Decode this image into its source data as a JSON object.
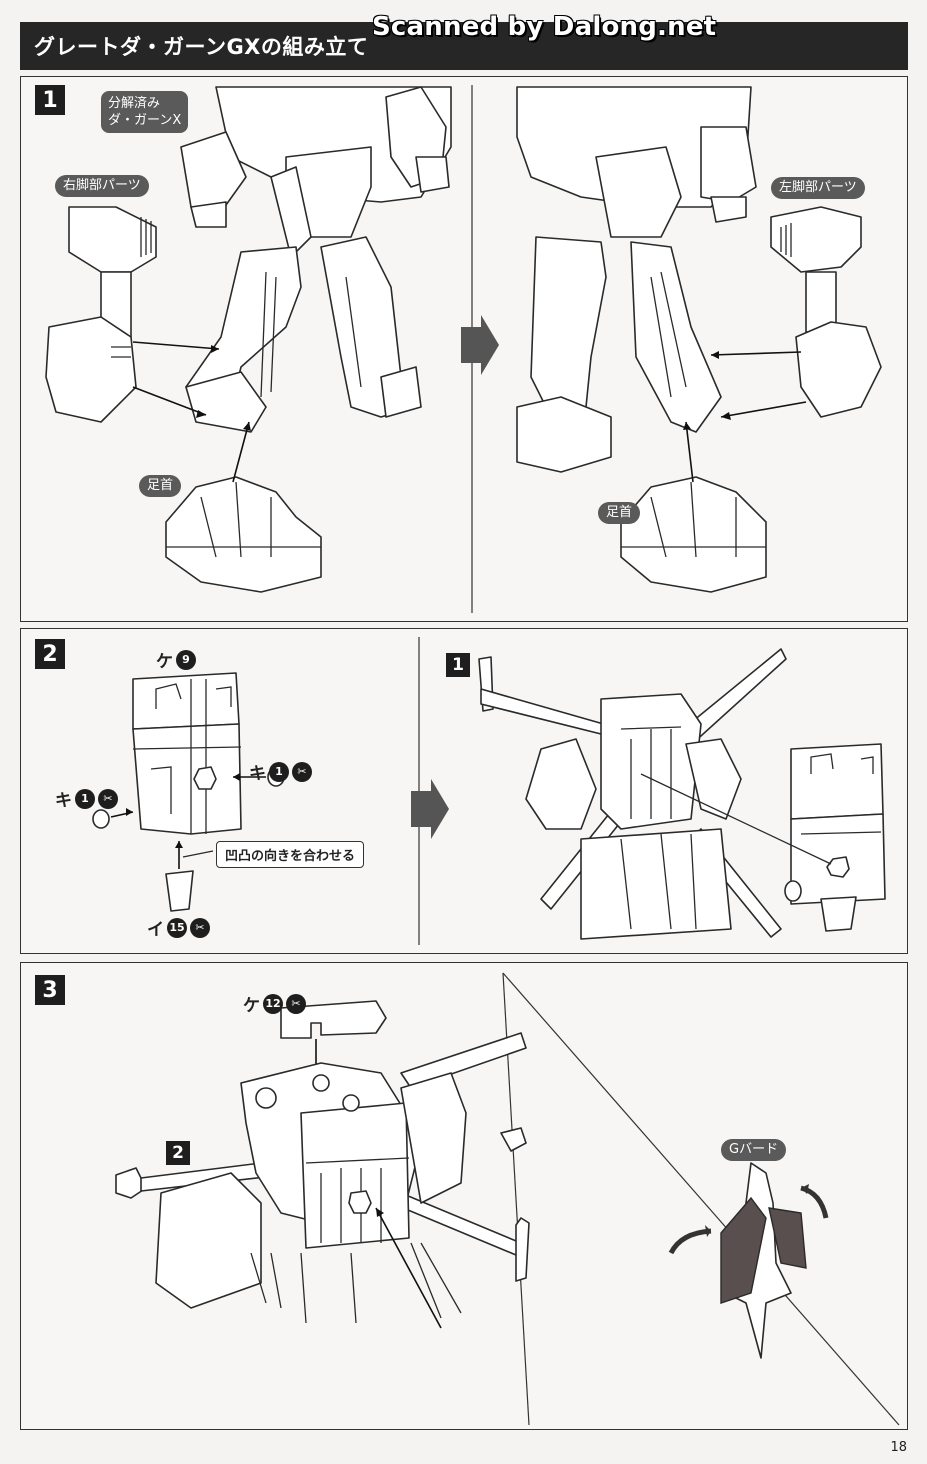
{
  "header": {
    "title": "グレートダ・ガーンGXの組み立て",
    "watermark": "Scanned by Dalong.net"
  },
  "step1": {
    "number": "1",
    "label_disassembled": "分解済み\nダ・ガーンX",
    "label_right_leg": "右脚部パーツ",
    "label_left_leg": "左脚部パーツ",
    "label_ankle_left": "足首",
    "label_ankle_right": "足首"
  },
  "step2": {
    "number": "2",
    "ref_step": "1",
    "part_ke9": {
      "kana": "ケ",
      "num": "9"
    },
    "part_ki1_right": {
      "kana": "キ",
      "num": "1"
    },
    "part_ki1_left": {
      "kana": "キ",
      "num": "1"
    },
    "part_i15": {
      "kana": "イ",
      "num": "15"
    },
    "note": "凹凸の向きを合わせる"
  },
  "step3": {
    "number": "3",
    "ref_step": "2",
    "part_ke12": {
      "kana": "ケ",
      "num": "12"
    },
    "label_gbird": "Gバード"
  },
  "footer": {
    "page_number": "18"
  }
}
